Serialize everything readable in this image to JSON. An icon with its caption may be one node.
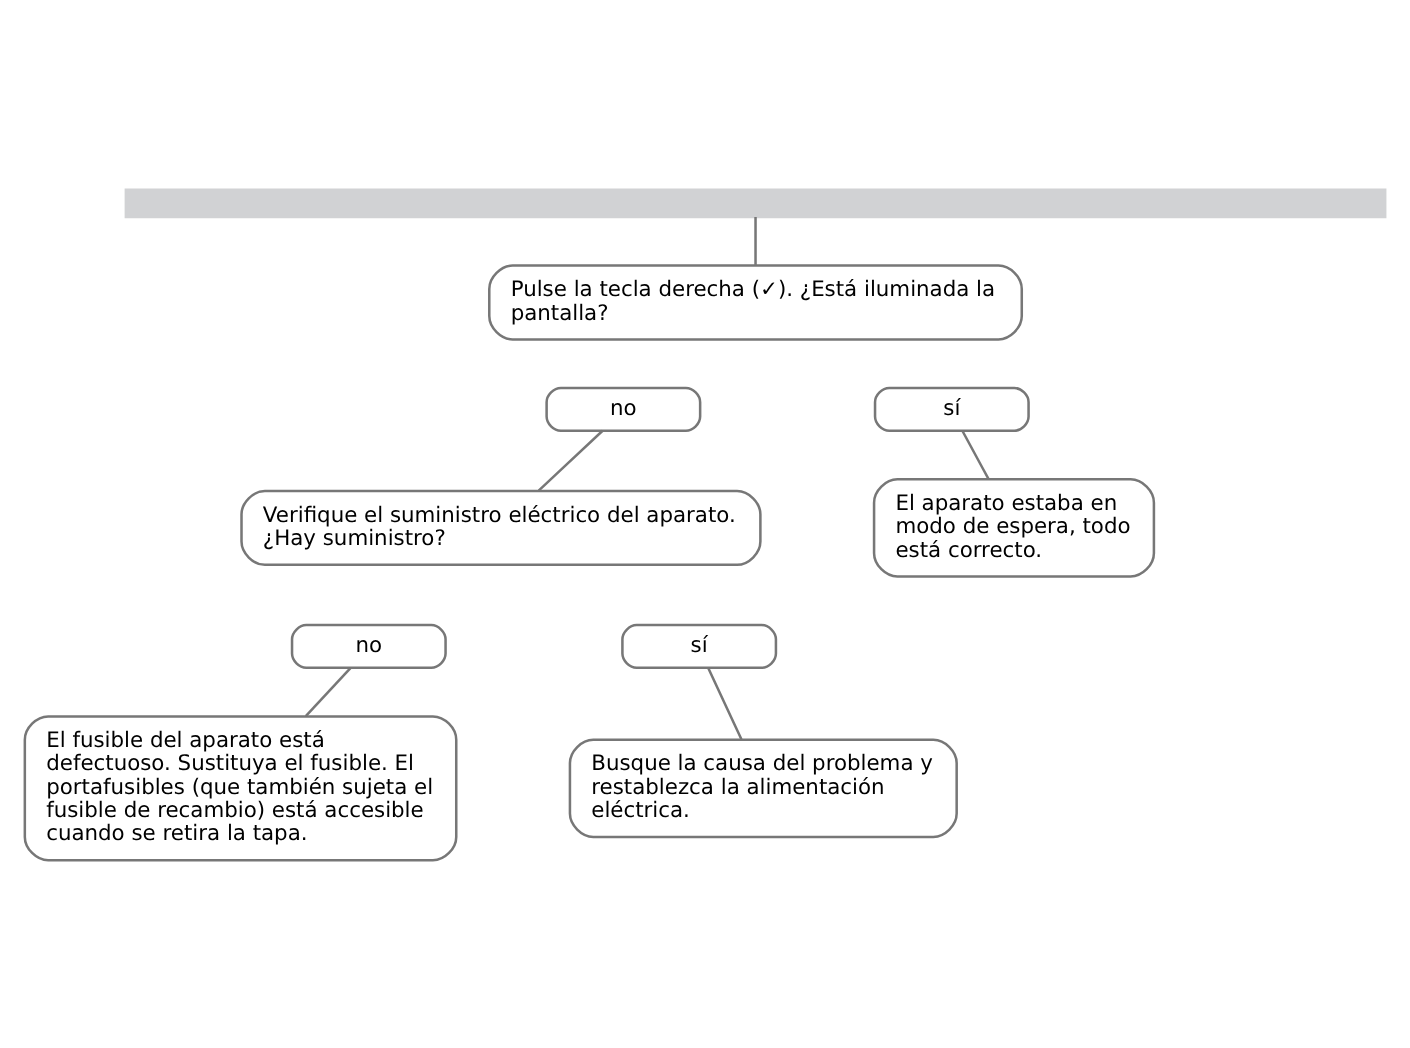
{
  "diagram": {
    "nodes": [
      {
        "text": [],
        "shape": "bar"
      },
      {
        "text": [
          "Pulse la tecla derecha (✓). ¿Está iluminada la pantalla?"
        ]
      },
      {
        "text": [
          "no"
        ]
      },
      {
        "text": [
          "sí"
        ]
      },
      {
        "text": [
          "El aparato estaba en modo de espera, todo está correcto."
        ]
      },
      {
        "text": [
          "Verifique el suministro eléctrico del aparato. ¿Hay suministro?"
        ]
      },
      {
        "text": [
          "no"
        ]
      },
      {
        "text": [
          "sí"
        ]
      },
      {
        "text": [
          "El fusible del aparato está defectuoso. Sustituya el fusible. El portafusibles (que también sujeta el fusible de recambio) está accesible cuando se retira la tapa."
        ]
      },
      {
        "text": [
          "Busque la causa del problema y restablezca la alimentación eléctrica."
        ]
      }
    ],
    "edges": [
      {
        "from": 0,
        "to": 1,
        "arrow": "none"
      },
      {
        "from": 2,
        "to": 5,
        "arrow": "none"
      },
      {
        "from": 3,
        "to": 4,
        "arrow": "none"
      },
      {
        "from": 6,
        "to": 8,
        "arrow": "none"
      },
      {
        "from": 7,
        "to": 9,
        "arrow": "none"
      }
    ]
  }
}
